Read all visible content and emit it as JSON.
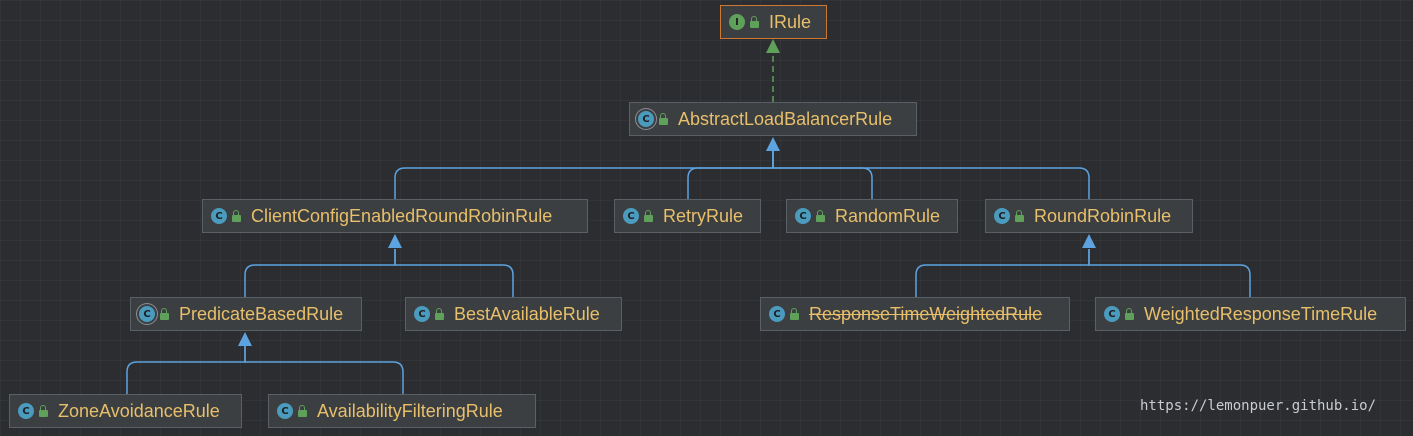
{
  "nodes": [
    {
      "id": "irule",
      "label": "IRule",
      "kind": "interface",
      "icon": "interface-icon"
    },
    {
      "id": "abstract",
      "label": "AbstractLoadBalancerRule",
      "kind": "abstract",
      "icon": "abstract-class-icon"
    },
    {
      "id": "clientconfig",
      "label": "ClientConfigEnabledRoundRobinRule",
      "kind": "class",
      "icon": "class-icon"
    },
    {
      "id": "retry",
      "label": "RetryRule",
      "kind": "class",
      "icon": "class-icon"
    },
    {
      "id": "random",
      "label": "RandomRule",
      "kind": "class",
      "icon": "class-icon"
    },
    {
      "id": "roundrobin",
      "label": "RoundRobinRule",
      "kind": "class",
      "icon": "class-icon"
    },
    {
      "id": "predicate",
      "label": "PredicateBasedRule",
      "kind": "abstract",
      "icon": "abstract-class-icon"
    },
    {
      "id": "bestavailable",
      "label": "BestAvailableRule",
      "kind": "class",
      "icon": "class-icon"
    },
    {
      "id": "responsetime",
      "label": "ResponseTimeWeightedRule",
      "kind": "class",
      "icon": "class-icon",
      "deprecated": true
    },
    {
      "id": "weighted",
      "label": "WeightedResponseTimeRule",
      "kind": "class",
      "icon": "class-icon"
    },
    {
      "id": "zone",
      "label": "ZoneAvoidanceRule",
      "kind": "class",
      "icon": "class-icon"
    },
    {
      "id": "availability",
      "label": "AvailabilityFilteringRule",
      "kind": "class",
      "icon": "class-icon"
    }
  ],
  "edges": [
    {
      "from": "abstract",
      "to": "irule",
      "type": "implements"
    },
    {
      "from": "clientconfig",
      "to": "abstract",
      "type": "extends"
    },
    {
      "from": "retry",
      "to": "abstract",
      "type": "extends"
    },
    {
      "from": "random",
      "to": "abstract",
      "type": "extends"
    },
    {
      "from": "roundrobin",
      "to": "abstract",
      "type": "extends"
    },
    {
      "from": "predicate",
      "to": "clientconfig",
      "type": "extends"
    },
    {
      "from": "bestavailable",
      "to": "clientconfig",
      "type": "extends"
    },
    {
      "from": "responsetime",
      "to": "roundrobin",
      "type": "extends"
    },
    {
      "from": "weighted",
      "to": "roundrobin",
      "type": "extends"
    },
    {
      "from": "zone",
      "to": "predicate",
      "type": "extends"
    },
    {
      "from": "availability",
      "to": "predicate",
      "type": "extends"
    }
  ],
  "colors": {
    "background": "#2b2d30",
    "node_fill": "#3c3f41",
    "node_border": "#5b6066",
    "selected_border": "#cc7832",
    "label": "#e8bf6a",
    "extends_edge": "#5da3e0",
    "implements_edge": "#5fa05a"
  },
  "watermark": "https://lemonpuer.github.io/"
}
